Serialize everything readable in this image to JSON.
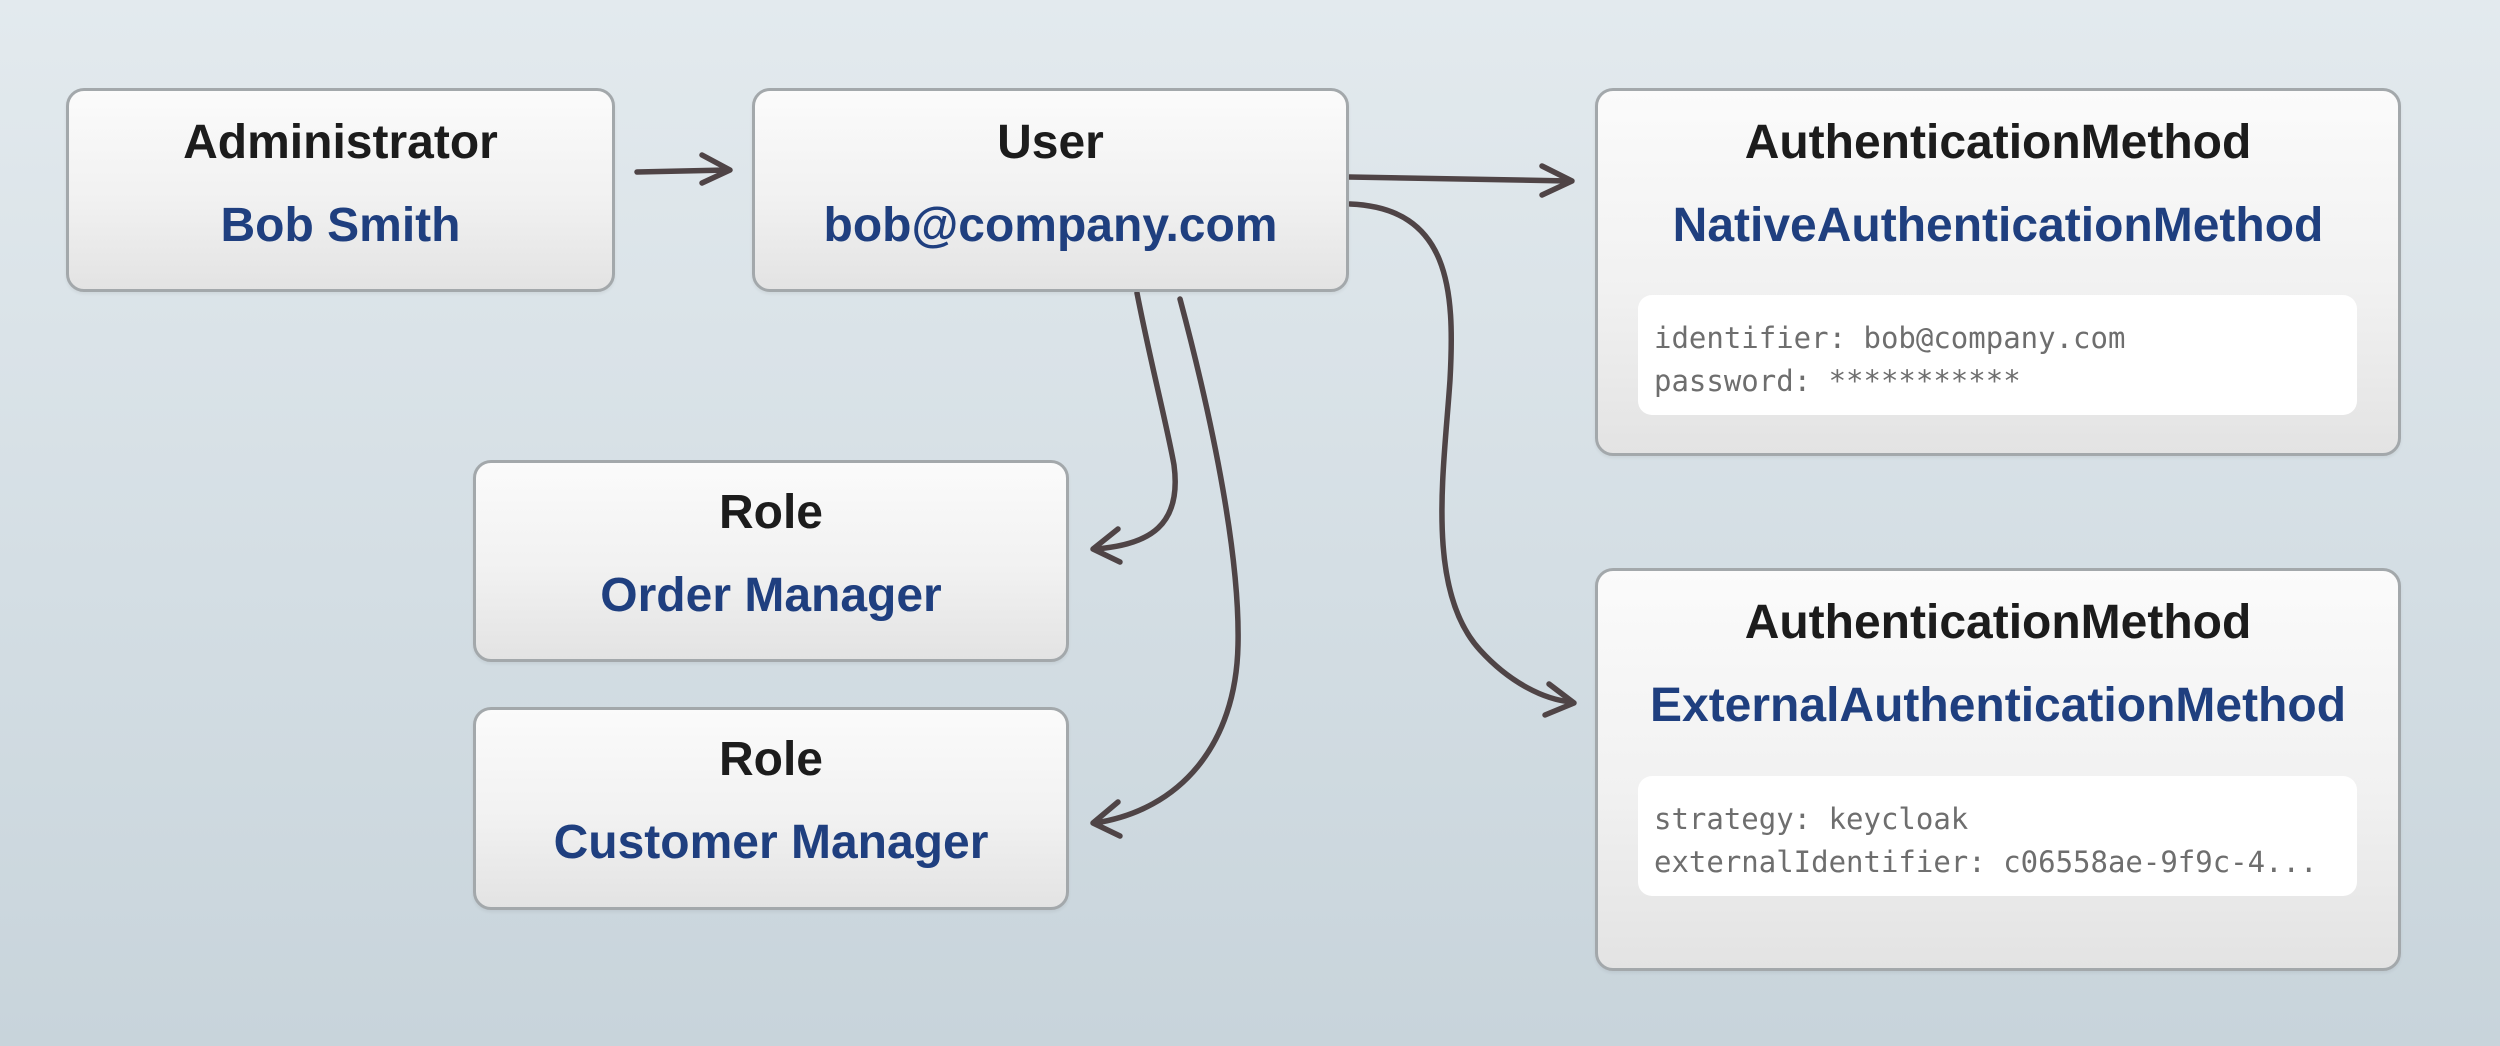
{
  "nodes": {
    "administrator": {
      "type": "Administrator",
      "value": "Bob Smith"
    },
    "user": {
      "type": "User",
      "value": "bob@company.com"
    },
    "role_order": {
      "type": "Role",
      "value": "Order Manager"
    },
    "role_customer": {
      "type": "Role",
      "value": "Customer Manager"
    },
    "auth_native": {
      "type": "AuthenticationMethod",
      "value": "NativeAuthenticationMethod",
      "props": [
        "identifier: bob@company.com",
        "password: ***********"
      ]
    },
    "auth_external": {
      "type": "AuthenticationMethod",
      "value": "ExternalAuthenticationMethod",
      "props": [
        "strategy: keycloak",
        "externalIdentifier: c06558ae-9f9c-4..."
      ]
    }
  },
  "colors": {
    "type_text": "#1c1c1c",
    "value_text": "#1f3f7f",
    "prop_text": "#6e6e6e",
    "edge": "#4f4446",
    "node_border": "#a3a8ab"
  }
}
